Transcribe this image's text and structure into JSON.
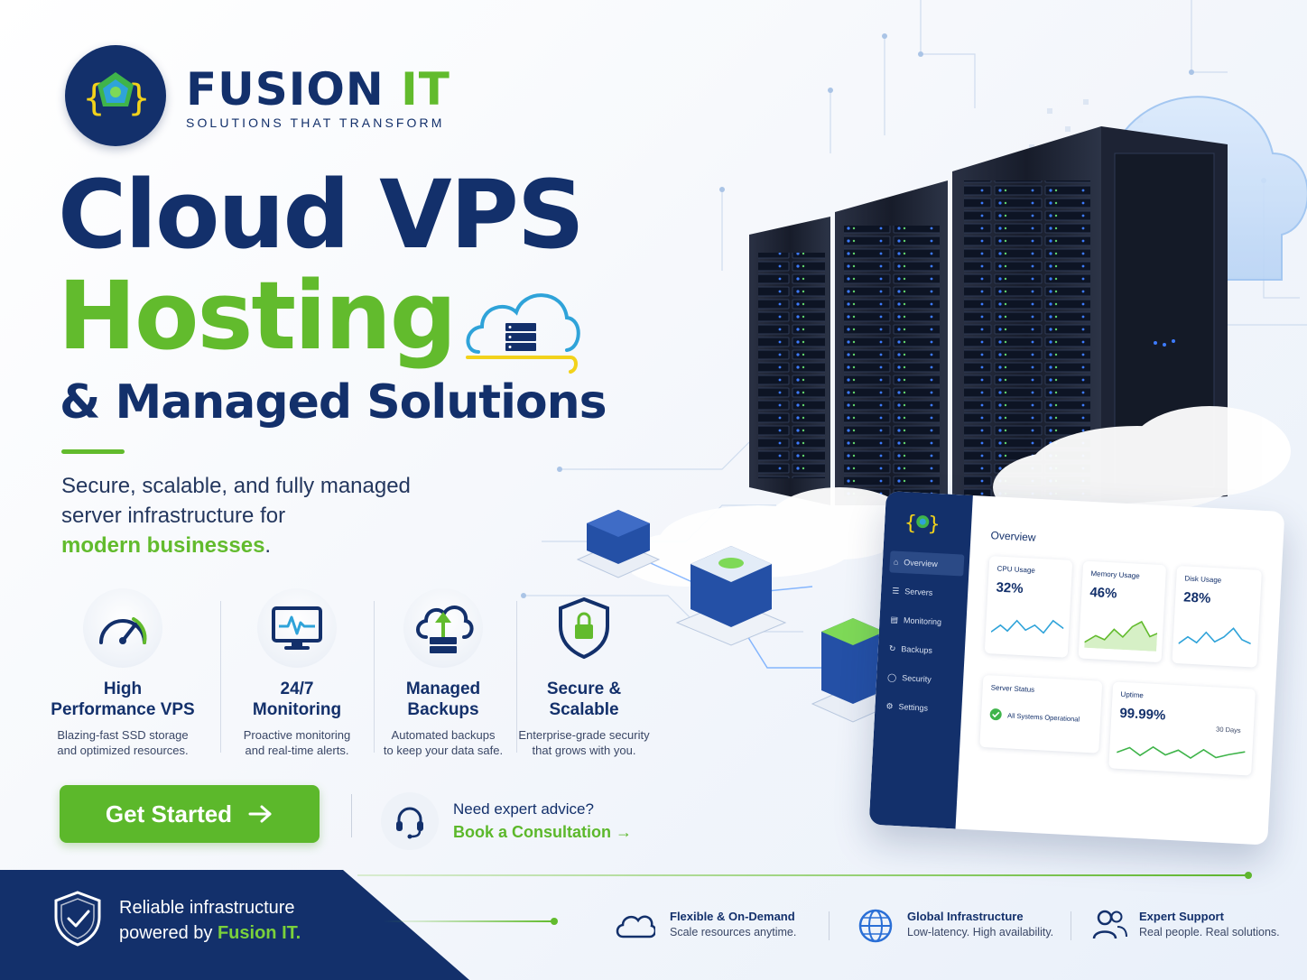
{
  "brand": {
    "name_part1": "FUSION",
    "name_part2": "IT",
    "tagline": "SOLUTIONS THAT TRANSFORM"
  },
  "hero": {
    "line1": "Cloud VPS",
    "line2": "Hosting",
    "line3": "& Managed Solutions",
    "subtitle_line1": "Secure, scalable, and fully managed",
    "subtitle_line2": "server infrastructure for",
    "subtitle_highlight": "modern businesses",
    "subtitle_end": "."
  },
  "features": [
    {
      "title_1": "High",
      "title_2": "Performance VPS",
      "desc_1": "Blazing-fast SSD storage",
      "desc_2": "and optimized resources.",
      "icon": "speedometer-icon"
    },
    {
      "title_1": "24/7",
      "title_2": "Monitoring",
      "desc_1": "Proactive monitoring",
      "desc_2": "and real-time alerts.",
      "icon": "monitor-icon"
    },
    {
      "title_1": "Managed",
      "title_2": "Backups",
      "desc_1": "Automated backups",
      "desc_2": "to keep your data safe.",
      "icon": "cloud-backup-icon"
    },
    {
      "title_1": "Secure &",
      "title_2": "Scalable",
      "desc_1": "Enterprise-grade security",
      "desc_2": "that grows with you.",
      "icon": "shield-lock-icon"
    }
  ],
  "cta": {
    "label": "Get Started",
    "advice": "Need expert advice?",
    "consult": "Book a Consultation"
  },
  "footer": {
    "reliable_line1": "Reliable infrastructure",
    "reliable_prefix": "powered by ",
    "reliable_highlight": "Fusion IT.",
    "items": [
      {
        "title": "Flexible & On-Demand",
        "desc": "Scale resources anytime.",
        "icon": "cloud-icon"
      },
      {
        "title": "Global Infrastructure",
        "desc": "Low-latency. High availability.",
        "icon": "globe-icon"
      },
      {
        "title": "Expert Support",
        "desc": "Real people. Real solutions.",
        "icon": "users-icon"
      }
    ]
  },
  "dashboard": {
    "nav": [
      "Overview",
      "Servers",
      "Monitoring",
      "Backups",
      "Security",
      "Settings"
    ],
    "title": "Overview",
    "cpu_label": "CPU Usage",
    "cpu_value": "32%",
    "mem_label": "Memory Usage",
    "mem_value": "46%",
    "disk_label": "Disk Usage",
    "disk_value": "28%",
    "status_label": "Server Status",
    "status_text": "All Systems Operational",
    "uptime_label": "Uptime",
    "uptime_value": "99.99%",
    "uptime_period": "30 Days"
  },
  "colors": {
    "navy": "#13306b",
    "green": "#62bb2d",
    "blue_led": "#3d7bff"
  }
}
